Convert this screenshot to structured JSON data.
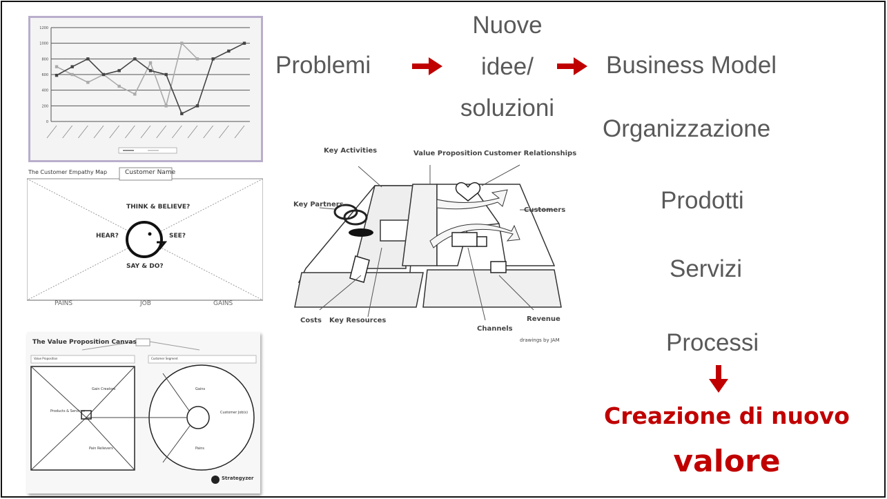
{
  "flow": {
    "problems": "Problemi",
    "ideas_line1": "Nuove",
    "ideas_line2": "idee/",
    "ideas_line3": "soluzioni",
    "business_model": "Business Model",
    "organization": "Organizzazione",
    "products": "Prodotti",
    "services": "Servizi",
    "processes": "Processi"
  },
  "result": {
    "line1": "Creazione di nuovo",
    "line2": "valore"
  },
  "colors": {
    "accent": "#c00000",
    "text_gray": "#595959",
    "chart_dark": "#444444",
    "chart_light": "#aaaaaa",
    "thumb_border": "#b9aecc"
  },
  "line_chart_thumbnail": {
    "y_ticks": [
      "1200",
      "1000",
      "800",
      "600",
      "400",
      "200",
      "0"
    ],
    "series_dark": [
      590,
      700,
      800,
      600,
      650,
      800,
      650,
      600,
      100,
      200,
      800,
      900,
      1000
    ],
    "series_light": [
      700,
      600,
      500,
      600,
      450,
      350,
      750,
      200,
      1000,
      800,
      null,
      null,
      null
    ]
  },
  "empathy_map": {
    "title": "The Customer Empathy Map",
    "tab": "Customer Name",
    "think": "THINK & BELIEVE?",
    "hear": "HEAR?",
    "see": "SEE?",
    "say": "SAY & DO?",
    "pains": "PAINS",
    "job": "JOB",
    "gains": "GAINS"
  },
  "value_proposition_canvas": {
    "title": "The Value Proposition Canvas",
    "value_proposition": "Value Proposition",
    "customer_segment": "Customer Segment",
    "gain_creators": "Gain Creators",
    "products_services": "Products & Services",
    "pain_relievers": "Pain Relievers",
    "gains": "Gains",
    "customer_jobs": "Customer Job(s)",
    "pains": "Pains",
    "brand": "Strategyzer"
  },
  "business_model_canvas": {
    "key_activities": "Key Activities",
    "value_proposition": "Value Proposition",
    "customer_relationships": "Customer Relationships",
    "key_partners": "Key Partners",
    "customers": "Customers",
    "costs": "Costs",
    "key_resources": "Key Resources",
    "channels": "Channels",
    "revenue": "Revenue",
    "credit": "drawings by JAM"
  }
}
